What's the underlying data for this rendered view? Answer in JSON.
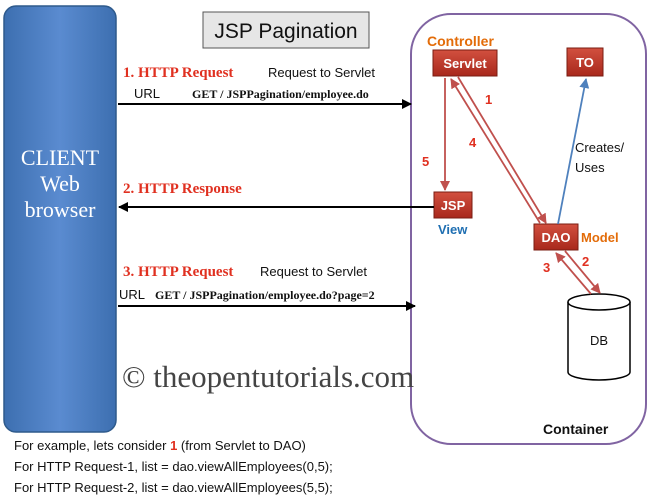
{
  "title": "JSP Pagination",
  "client": {
    "line1": "CLIENT",
    "line2": "Web",
    "line3": "browser"
  },
  "container": {
    "label": "Container"
  },
  "components": {
    "servlet": {
      "label": "Servlet",
      "role": "Controller"
    },
    "to": {
      "label": "TO"
    },
    "jsp": {
      "label": "JSP",
      "role": "View"
    },
    "dao": {
      "label": "DAO",
      "role": "Model"
    },
    "db": {
      "label": "DB"
    }
  },
  "requests": {
    "req1": {
      "title": "1. HTTP Request",
      "desc": "Request to Servlet",
      "url_label": "URL",
      "url": "GET / JSPPagination/employee.do"
    },
    "resp2": {
      "title": "2. HTTP Response"
    },
    "req3": {
      "title": "3. HTTP Request",
      "desc": "Request to Servlet",
      "url_label": "URL",
      "url": "GET / JSPPagination/employee.do?page=2"
    }
  },
  "flow_numbers": {
    "n1": "1",
    "n2": "2",
    "n3": "3",
    "n4": "4",
    "n5": "5"
  },
  "creates_uses": {
    "line1": "Creates/",
    "line2": "Uses"
  },
  "watermark": "© theopentutorials.com",
  "notes": {
    "line1_prefix": "For example, lets consider ",
    "line1_highlight": "1",
    "line1_suffix": " (from Servlet to DAO)",
    "line2": "For HTTP Request-1, list = dao.viewAllEmployees(0,5);",
    "line3": "For HTTP Request-2, list = dao.viewAllEmployees(5,5);"
  },
  "colors": {
    "client_blue": "#4f81bd",
    "container_purple": "#8064a2",
    "component_red": "#c0392b",
    "label_orange": "#e36c09",
    "label_blue": "#1f6fb2",
    "request_red": "#e03020",
    "arrow_brown": "#c0504d",
    "arrow_blue": "#4f81bd"
  }
}
